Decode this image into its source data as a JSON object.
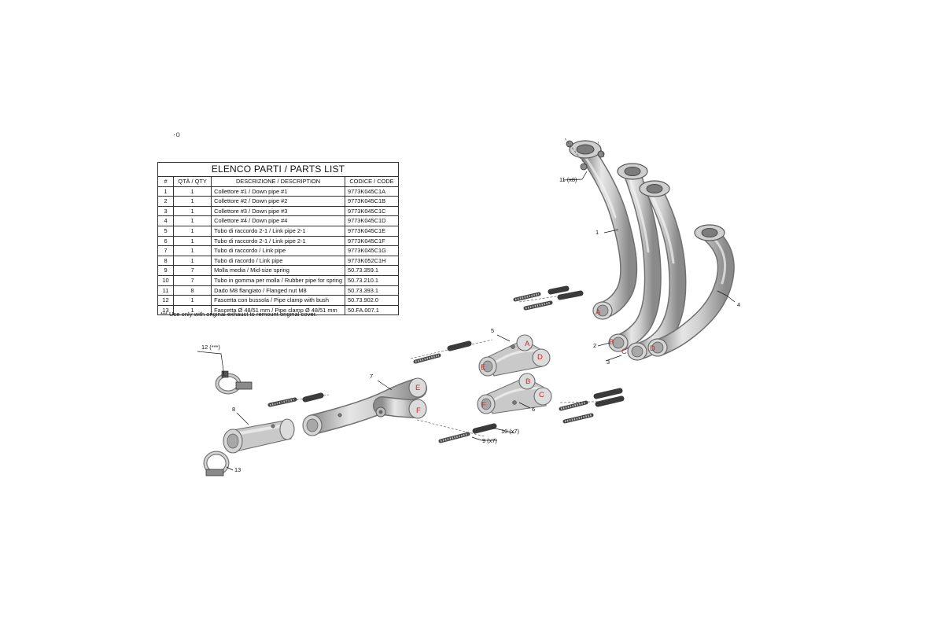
{
  "top_mark": "·o",
  "parts_table": {
    "title": "ELENCO PARTI / PARTS LIST",
    "headers": [
      "#",
      "QTÀ / QTY",
      "DESCRIZIONE / DESCRIPTION",
      "CODICE / CODE"
    ],
    "rows": [
      [
        "1",
        "1",
        "Collettore #1 / Down pipe #1",
        "9773K045C1A"
      ],
      [
        "2",
        "1",
        "Collettore #2 / Down pipe #2",
        "9773K045C1B"
      ],
      [
        "3",
        "1",
        "Collettore #3 / Down pipe #3",
        "9773K045C1C"
      ],
      [
        "4",
        "1",
        "Collettore #4 / Down pipe #4",
        "9773K045C1D"
      ],
      [
        "5",
        "1",
        "Tubo di raccordo 2-1 / Link pipe 2-1",
        "9773K045C1E"
      ],
      [
        "6",
        "1",
        "Tubo di raccordo 2-1 / Link pipe 2-1",
        "9773K045C1F"
      ],
      [
        "7",
        "1",
        "Tubo di raccordo / Link pipe",
        "9773K045C1G"
      ],
      [
        "8",
        "1",
        "Tubo di racordo / Link pipe",
        "9773K052C1H"
      ],
      [
        "9",
        "7",
        "Molla media / Mid-size spring",
        "50.73.359.1"
      ],
      [
        "10",
        "7",
        "Tubo in gomma per molla / Rubber pipe for spring",
        "50.73.210.1"
      ],
      [
        "11",
        "8",
        "Dado M8 flangiato / Flanged nut M8",
        "50.73.393.1"
      ],
      [
        "12",
        "1",
        "Fascetta con bussola / Pipe clamp with bush",
        "50.73.902.0"
      ],
      [
        "13",
        "1",
        "Fascetta Ø 48/51 mm / Pipe clamp Ø 48/51 mm",
        "50.FA.007.1"
      ]
    ]
  },
  "note": "*** Use only with original exhaust to remount original cover.",
  "callouts": {
    "c1": "1",
    "c2": "2",
    "c3": "3",
    "c4": "4",
    "c5": "5",
    "c6": "6",
    "c7": "7",
    "c8": "8",
    "c9": "9 (x7)",
    "c10": "10 (x7)",
    "c11": "11 (x8)",
    "c12": "12 (***)",
    "c13": "13"
  },
  "port_labels": {
    "a1": "A",
    "b1": "B",
    "c1": "C",
    "d1": "D",
    "a5": "A",
    "d5": "D",
    "e5": "E",
    "b6": "B",
    "c6": "C",
    "f6": "F",
    "e7": "E",
    "f7": "F"
  },
  "colors": {
    "metal": "#c9c9c9",
    "metal_dark": "#9a9a9a",
    "rubber": "#3a3a3a",
    "port_label": "#c62828",
    "leader": "#111111"
  }
}
